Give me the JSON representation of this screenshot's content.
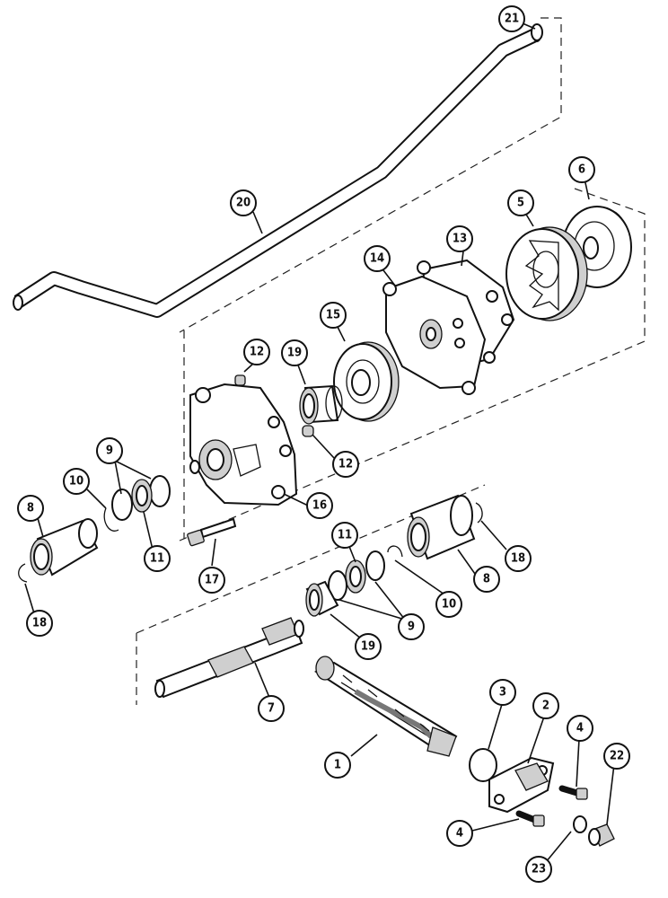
{
  "callouts": [
    {
      "id": "c1",
      "label": "1"
    },
    {
      "id": "c2",
      "label": "2"
    },
    {
      "id": "c3",
      "label": "3"
    },
    {
      "id": "c4a",
      "label": "4"
    },
    {
      "id": "c4b",
      "label": "4"
    },
    {
      "id": "c5",
      "label": "5"
    },
    {
      "id": "c6",
      "label": "6"
    },
    {
      "id": "c7",
      "label": "7"
    },
    {
      "id": "c8a",
      "label": "8"
    },
    {
      "id": "c8b",
      "label": "8"
    },
    {
      "id": "c9a",
      "label": "9"
    },
    {
      "id": "c9b",
      "label": "9"
    },
    {
      "id": "c10a",
      "label": "10"
    },
    {
      "id": "c10b",
      "label": "10"
    },
    {
      "id": "c11a",
      "label": "11"
    },
    {
      "id": "c11b",
      "label": "11"
    },
    {
      "id": "c12a",
      "label": "12"
    },
    {
      "id": "c12b",
      "label": "12"
    },
    {
      "id": "c13",
      "label": "13"
    },
    {
      "id": "c14",
      "label": "14"
    },
    {
      "id": "c15",
      "label": "15"
    },
    {
      "id": "c16",
      "label": "16"
    },
    {
      "id": "c17",
      "label": "17"
    },
    {
      "id": "c18a",
      "label": "18"
    },
    {
      "id": "c18b",
      "label": "18"
    },
    {
      "id": "c19a",
      "label": "19"
    },
    {
      "id": "c19b",
      "label": "19"
    },
    {
      "id": "c20",
      "label": "20"
    },
    {
      "id": "c21",
      "label": "21"
    },
    {
      "id": "c22",
      "label": "22"
    },
    {
      "id": "c23",
      "label": "23"
    }
  ]
}
